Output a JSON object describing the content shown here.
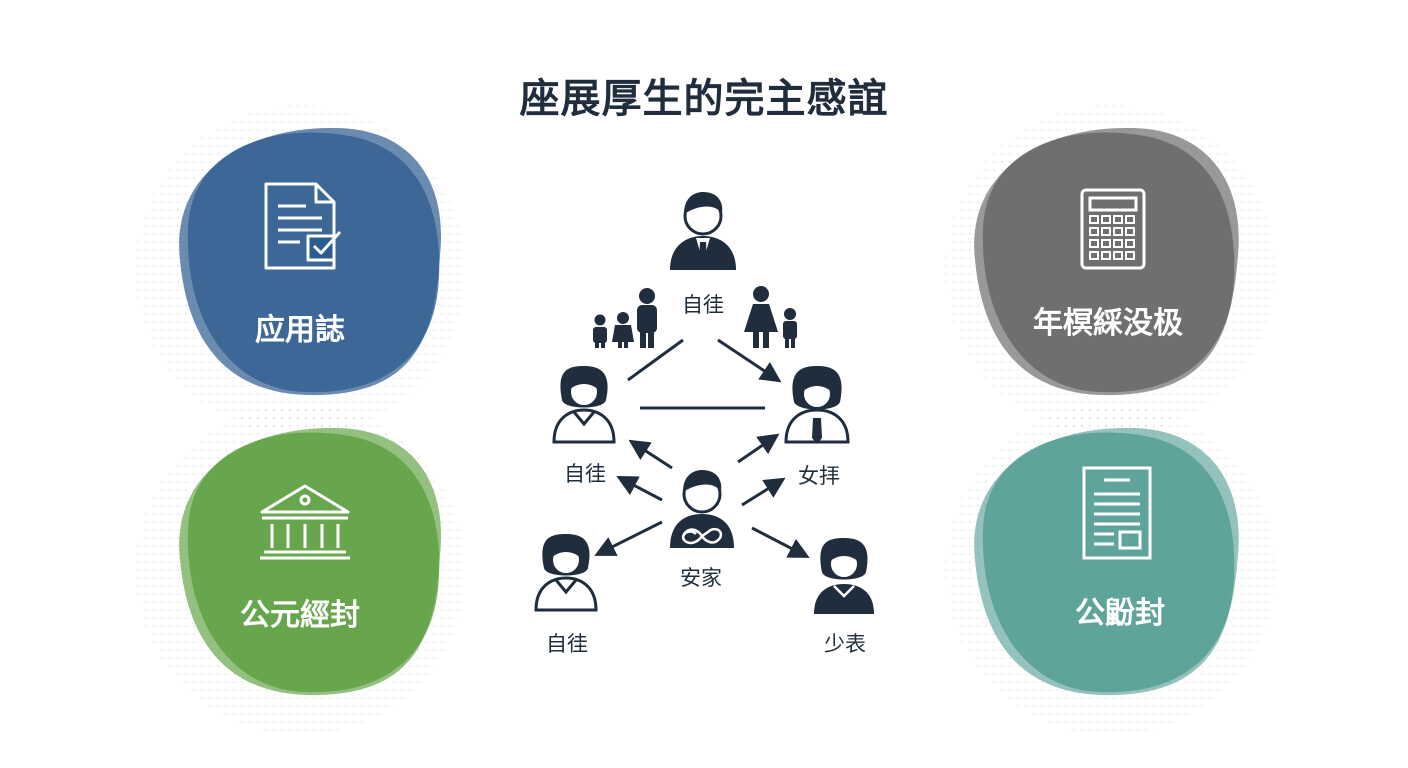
{
  "title": "座展厚生的完主感誼",
  "blobs": {
    "top_left": {
      "label": "应用誌",
      "color": "#2c5b8f",
      "icon": "document-check-icon"
    },
    "bottom_left": {
      "label": "公元經封",
      "color": "#5a9e3c",
      "icon": "bank-building-icon"
    },
    "top_right": {
      "label": "年榠綵没极",
      "color": "#626262",
      "icon": "calculator-icon"
    },
    "bottom_right": {
      "label": "公鼢封",
      "color": "#4c9a90",
      "icon": "form-document-icon"
    }
  },
  "network": {
    "top": "自徍",
    "left_mid": "女拝",
    "center": "安家",
    "left_upper": "自徍",
    "left_lower": "自徍",
    "right_lower": "少表"
  },
  "colors": {
    "ink": "#1f2d3d",
    "white": "#ffffff"
  }
}
